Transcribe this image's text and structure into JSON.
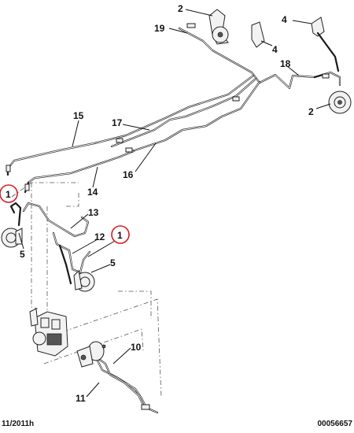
{
  "callouts": {
    "c2_top": "2",
    "c19": "19",
    "c4_top": "4",
    "c4_mid": "4",
    "c18": "18",
    "c2_right": "2",
    "c15": "15",
    "c17": "17",
    "c16": "16",
    "c14": "14",
    "c1_left": "1",
    "c13": "13",
    "c1_right": "1",
    "c12": "12",
    "c5_left": "5",
    "c5_right": "5",
    "c10": "10",
    "c11": "11"
  },
  "footer": {
    "date": "11/2011h",
    "reference": "00056657"
  },
  "colors": {
    "pipe": "#1a1a1a",
    "marker": "#d81b24"
  }
}
